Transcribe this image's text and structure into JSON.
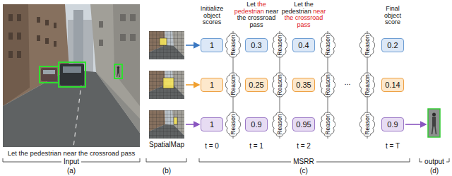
{
  "diagram": {
    "nodes": [
      {
        "text": [
          "1"
        ]
      },
      {
        "text": [
          "Reason"
        ]
      },
      {
        "text": [
          "0.3"
        ]
      },
      {
        "text": [
          "Reason"
        ]
      },
      {
        "text": [
          "0.4"
        ]
      },
      {
        "text": [
          "Reason"
        ]
      },
      {
        "text": [
          "Reason"
        ]
      },
      {
        "text": [
          "0.2"
        ]
      },
      {
        "text": [
          "1"
        ]
      },
      {
        "text": [
          "Reason"
        ]
      },
      {
        "text": [
          "0.25"
        ]
      },
      {
        "text": [
          "Reason"
        ]
      },
      {
        "text": [
          "0.35"
        ]
      },
      {
        "text": [
          "Reason"
        ]
      },
      {
        "text": [
          "Reason"
        ]
      },
      {
        "text": [
          "0.14"
        ]
      },
      {
        "text": [
          "1"
        ]
      },
      {
        "text": [
          "Reason"
        ]
      },
      {
        "text": [
          "0.9"
        ]
      },
      {
        "text": [
          "Reason"
        ]
      },
      {
        "text": [
          "0.95"
        ]
      },
      {
        "text": [
          "Reason"
        ]
      },
      {
        "text": [
          "Reason"
        ]
      },
      {
        "text": [
          "0.9"
        ]
      }
    ],
    "labels": [
      "Let the pedestrian near the crossroad pass",
      "Input",
      "(a)",
      "SpatialMap",
      "(b)",
      "Initialize object scores",
      "Let",
      "the pedestrian",
      "near the crossroad pass",
      "Let the pedestrian",
      "near the crossroad pass",
      "Final object score",
      "...",
      "t = 0",
      "t = 1",
      "t = 2",
      "t = T",
      "MSRR",
      "(c)",
      "output",
      "(d)"
    ]
  }
}
